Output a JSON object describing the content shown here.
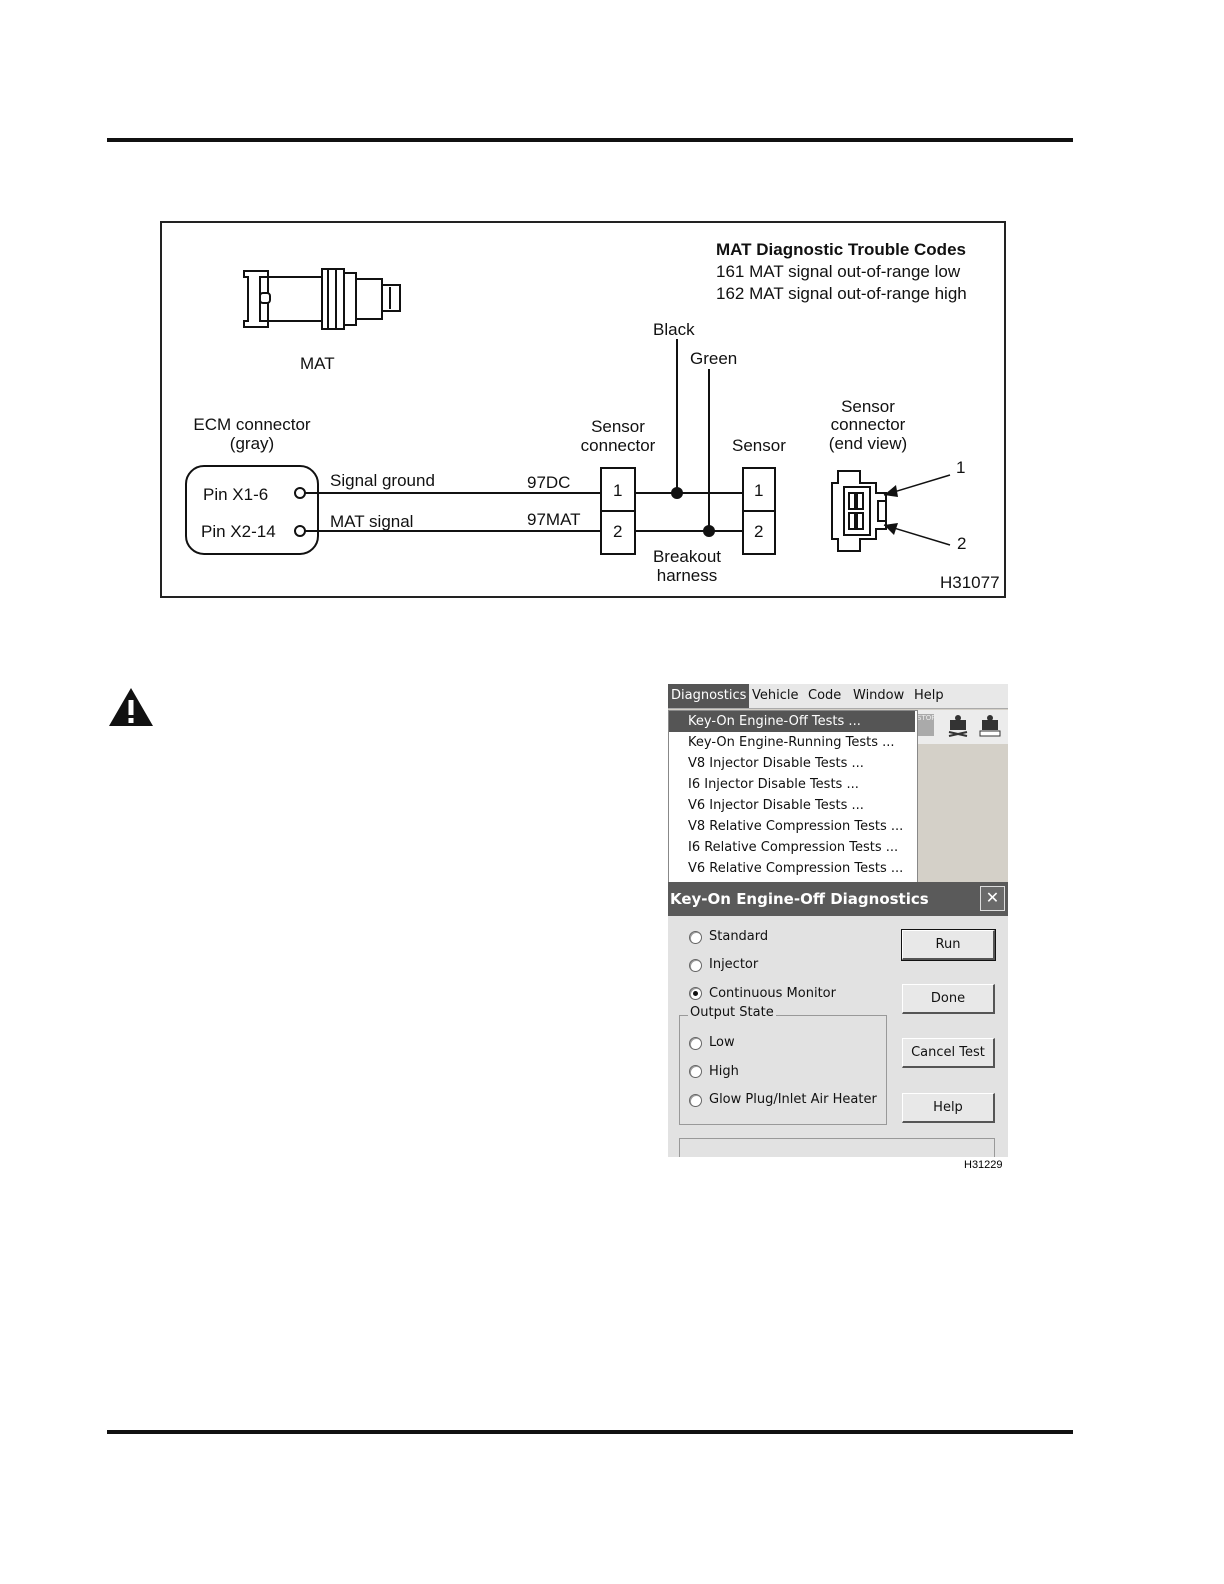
{
  "wiring_diagram": {
    "title": "MAT Diagnostic Trouble Codes",
    "codes": [
      "161 MAT signal out-of-range low",
      "162 MAT signal out-of-range high"
    ],
    "sensor_name": "MAT",
    "ecm_connector_label": [
      "ECM connector",
      "(gray)"
    ],
    "pins": [
      "Pin X1-6",
      "Pin X2-14"
    ],
    "signals": [
      "Signal ground",
      "MAT signal"
    ],
    "circuits": [
      "97DC",
      "97MAT"
    ],
    "wire_colors": [
      "Black",
      "Green"
    ],
    "sensor_connector_label": [
      "Sensor",
      "connector"
    ],
    "sensor_label": "Sensor",
    "end_view_label": [
      "Sensor",
      "connector",
      "(end view)"
    ],
    "terminal_numbers": [
      "1",
      "2"
    ],
    "breakout_label": [
      "Breakout",
      "harness"
    ],
    "figure_id": "H31077"
  },
  "warning_icon": "warning-triangle-icon",
  "screenshot": {
    "menu": [
      "Diagnostics",
      "Vehicle",
      "Code",
      "Window",
      "Help"
    ],
    "dropdown": [
      "Key-On Engine-Off Tests ...",
      "Key-On Engine-Running Tests ...",
      "V8 Injector Disable Tests ...",
      "I6 Injector Disable Tests ...",
      "V6 Injector Disable Tests ...",
      "V8 Relative Compression Tests ...",
      "I6 Relative Compression Tests ...",
      "V6 Relative Compression Tests ..."
    ],
    "stop_label": "STOP",
    "dialog_title": "Key-On Engine-Off Diagnostics",
    "close_glyph": "✕",
    "test_options": [
      "Standard",
      "Injector",
      "Continuous Monitor"
    ],
    "selected_option": "Continuous Monitor",
    "output_state_label": "Output State",
    "output_options": [
      "Low",
      "High",
      "Glow Plug/Inlet Air Heater"
    ],
    "buttons": [
      "Run",
      "Done",
      "Cancel Test",
      "Help"
    ],
    "figure_id": "H31229"
  }
}
